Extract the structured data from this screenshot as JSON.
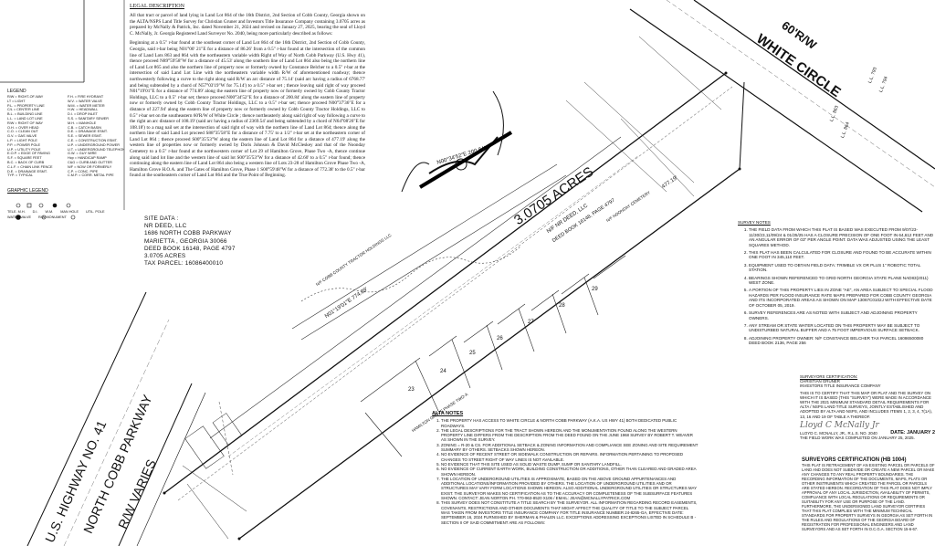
{
  "legal": {
    "title": "LEGAL DESCRIPTION",
    "para1": "All that tract or parcel of land lying in Land Lot 864 of the 16th District, 2nd Section of Cobb County, Georgia shown on the ALTA/NSPS Land Title Survey for Christian Gruner and Investors Title Insurance Company containing 3.0705 acres as prepared by McNally & Patrick, Inc. dated November 21, 2024 and revised on January 27, 2025, bearing the seal of Lloyd C. McNally, Jr. Georgia Registered Land Surveyor No. 2040, being more particularly described as follows:",
    "para2": "Beginning at a 0.5\" r-bar found at the southeast corner of Land Lot 864 of the 16th District, 2nd Section of Cobb County, Georgia, said r-bar being N01°00' 21\"E for a distance of 86.26' from a 0.5\" r-bar found at the intersection of the common line of Land Lots 863 and 864 with the northeastern variable width Right of Way of North Cobb Parkway (U.S. Hwy 41), thence proceed N89°59'58\"W for a distance of 45.53' along the southern line of Land Lot 864 also being the northern line of Land Lot 865 and also the northern line of property now or formerly owned by Constance Belcher to a 0.5\" r-bar at the intersection of said Land Lot Line with the northeastern variable width R/W of aforementioned roadway; thence northwesterly following a curve to the right along said R/W an arc distance of 75.14' (said arc having a radius of 6768.77' and being subtended by a chord of N57°03'19\"W for 75.14') to a 0.5\" r-bar set ; thence leaving said right of way proceed N01°19'01\"E for a distance of 774.89' along the eastern line of property now or formerly owned by Cobb County Tractor Holdings, LLC to a 0.5\" r-bar set; thence proceed N00°34'52\"E for a distance of 200.84' along the eastern line of property now or formerly owned by Cobb County Tractor Holdings, LLC to a 0.5\" r-bar set; thence proceed N00°37'36\"E for a distance of 227.94' along the eastern line of property now or formerly owned by Cobb County Tractor Holdings, LLC to 0.5\" r-bar set on the southeastern 60'R/W of White Circle ; thence northeasterly along said right of way following a curve to the right an arc distance of 108.19' (said arc having a radius of 2369.54' and being subtended by a chord of N64°08'26\"E for 108.18') to a mag nail set at the intersection of said right of way with the northern line of Land Lot 864; thence along the northern line of said Land Lot proceed S88°35'58\"E for a distance of 7.75' to a 1/2\" r-bar set at the northeastern corner of Land Lot 864 ; thence proceed S00°35'53\"W along the eastern line of Land Lot 864 for a distance of 477.19' along the western line of properties now or formerly owned by Doris Johnson & David McCleskey and that of the Noonday Cemetery to a 0.5\" r-bar found at the northwestern corner of Lot 29 of Hamilton Grove, Phase Two -A, thence continue along said land lot line and the western line of said lot S00°35'53\"W for a distance of 42.60' to a 0.5\" r-bar found; thence continuing along the eastern line of Land Lot 864 also being a western line of Lots 23-28 of Hamilton Grove Phase Two -A, Hamilton Grove H.O.A. and The Gates of Hamilton Grove, Phase 1 S00°59'48\"W for a distance of 772.38' to the 0.5\" r-bar found at the southeastern corner of Land Lot 864 and the True Point of Beginning."
  },
  "legend": {
    "title": "LEGEND",
    "items": [
      "R/W = RIGHT-OF-WAY",
      "F.H. = FIRE HYDRANT",
      "LT = LIGHT",
      "W.V. = WATER VALVE",
      "P.L. = PROPERTY LINE",
      "W.M. = WATER METER",
      "C/L = CENTER LINE",
      "H.W. = HEADWALL",
      "B.L. = BUILDING LINE",
      "D.I. = DROP INLET",
      "L.L. = LAND LOT LINE",
      "S.S. = SANITARY SEWER",
      "R/W = RIGHT OF WAY",
      "M.H. = MANHOLE",
      "O.H. = OVER HEAD",
      "C.B. = CATCH BASIN",
      "C.O. = CLEAN OUT",
      "D.E. = DRAINAGE ESMT.",
      "G.V. = GAS VALVE",
      "S.E. = SEWER ESMT.",
      "L.P. = LIGHT POLE",
      "C.E. = CONSTRUCTION ESMT.",
      "P.P. = POWER POLE",
      "U.P. = UNDERGROUND POWER",
      "U.P. = UTILITY POLE",
      "U.T. = UNDERGROUND TELEPHONE",
      "E.O.P. = EDGE OF PAVING",
      "G.W. = GUY WIRE",
      "S.F. = SQUARE FEET",
      "Hcp = HANDICAP RAMP",
      "B.C. = BACK OF CURB",
      "C&G = CURB AND GUTTER",
      "C.L.F. = CHAIN LINK FENCE",
      "N/F = NOW OR FORMERLY",
      "D.E. = DRAINAGE ESMT.",
      "C.P. = CONC. PIPE",
      "TYP. = TYPICAL",
      "C.M.P. = CORR. METAL PIPE"
    ]
  },
  "graphic_scale": {
    "title": "GRAPHIC LEGEND",
    "symbols": [
      "TELE. M.H.",
      "D.I.",
      "W.M.",
      "MAN HOLE",
      "UTIL. POLE",
      "WATER VALVE",
      "R/W MONUMENT"
    ]
  },
  "site_data": {
    "title": "SITE DATA :",
    "lines": [
      "NR DEED, LLC",
      "1686 NORTH COBB PARKWAY",
      "MARIETTA , GEORGIA 30066",
      "DEED BOOK 16148, PAGE 4797",
      "3.0705 ACRES",
      "TAX PARCEL: 16086400010"
    ]
  },
  "map_labels": {
    "white_circle_row": "60'R/W",
    "white_circle": "WHITE CIRCLE",
    "acres": "3.0705 ACRES",
    "parcel_owner": "N/F NR DEED, LLC",
    "deed_ref": "DEED BOOK 16148, PAGE 4797",
    "highway": "U.S. HIGHWAY NO. 41",
    "north_cobb": "NORTH COBB PARKWAY",
    "rw_varies": "R/W VARIES",
    "bearing_top": "N00°34'52\"E 200.84'",
    "bearing_main": "N01°19'01\"E 774.89'",
    "bearing_east": "477.19'",
    "cobb_county": "N/F COBB COUNTY TRACTOR HOLDINGS LLC",
    "noonday": "N/F NOONDAY CEMETERY",
    "hamilton_grove": "HAMILTON GROVE PHASE TWO-A",
    "lots": [
      "23",
      "24",
      "25",
      "26",
      "27",
      "28",
      "29"
    ],
    "ll1": "L.L. 863",
    "ll2": "L.L. 864",
    "ll3": "L.L. 793",
    "ll4": "L.L. 794"
  },
  "survey_notes": {
    "title": "SURVEY NOTES",
    "items": [
      "THE FIELD DATA FROM WHICH THIS PLAT IS BASED WAS EXECUTED FROM 9/07/23-11/30/23,11/09/24 & 01/25/25 HAS A CLOSURE PRECISION OF ONE FOOT IN 64,612 FEET AND AN ANGULAR ERROR OF 03\" PER ANGLE POINT. DATA WAS ADJUSTED USING THE LEAST SQUARES METHOD.",
      "THIS PLAT HAS BEEN CALCULATED FOR CLOSURE AND FOUND TO BE ACCURATE WITHIN ONE FOOT IN 345,110 FEET.",
      "EQUIPMENT USED TO OBTAIN FIELD DATA: TRIMBLE VX OR PLUS 1\" ROBOTIC TOTAL STATION.",
      "BEARINGS SHOWN REFERENCED TO GRID NORTH GEORGIA STATE PLANE NAD83(2011) WEST ZONE.",
      "A PORTION OF THIS PROPERTY LIES IN ZONE \"AE\", AN AREA SUBJECT TO SPECIAL FLOOD HAZARDS PER FLOOD INSURANCE RATE MAPS PREPARED FOR COBB COUNTY GEORGIA AND ITS INCORPORATED AREAS AS SHOWN ON MAP 13067C0102J WITH EFFECTIVE DATE OF OCTOBER 05, 2019.",
      "SURVEY REFERENCES ARE AS NOTED WITH SUBJECT AND ADJOINING PROPERTY OWNERS.",
      "ANY STREAM OR STATE WATER LOCATED ON THIS PROPERTY MAY BE SUBJECT TO UNDISTURBED NATURAL BUFFER AND A 75 FOOT IMPERVIOUS SURFACE SETBACK.",
      "ADJOINING PROPERTY OWNER: N/F CONSTANCE BELCHER TAX PARCEL 16086500080 DEED BOOK 2136, PAGE 256"
    ]
  },
  "certification": {
    "title": "SURVEYORS CERTIFICATION:",
    "lines": [
      "CHRISTIAN GRUNER",
      "INVESTORS TITLE INSURANCE COMPANY",
      "THIS IS TO CERTIFY THAT THIS MAP OR PLAT AND THE SURVEY ON WHICH IT IS BASED (THIS \"SURVEY\") WERE MADE IN ACCORDANCE WITH THE 2021 MINIMUM STANDARD DETAIL REQUIREMENTS FOR ALTA / NSPS LAND TITLE SURVEYS, JOINTLY ESTABLISHED AND ADOPTED BY ALTA AND NSPS, AND INCLUDES ITEMS 1, 2, 3, 4, 7(1A), 13, 16 AND 19 OF TABLE A THEREOF.",
      "THE FIELD WORK WAS COMPLETED ON JANUARY 25, 2025."
    ],
    "signer": "LLOYD C. MCNALLY, JR., R.L.S. NO. 2040",
    "date_label": "DATE: JANUARY 2",
    "signature": "Lloyd C McNally Jr"
  },
  "alta_notes": {
    "title": "ALTA NOTES",
    "items": [
      "THE PROPERTY HAS ACCESS TO WHITE CIRCLE & NORTH COBB PARKWAY (A.K.A. US HWY 41) BOTH DEDICATED PUBLIC ROADWAYS.",
      "THE LEGAL DESCRIPTIONS FOR THE TRACT SHOWN HEREON AND THE MONUMENTATION FOUND ALONG THE WESTERN PROPERTY LINE DIFFERS FROM THE DESCRIPTION FROM THE DEED FOUND ON THE JUNE 1968 SURVEY BY ROBERT T. WEAVER AS SHOWN IN THE SURVEY.",
      "ZONING = R-20 & CS. FOR ADDITIONAL SETBACK & ZONING INFORMATION AND COMPLIANCE SEE ZONING AND SITE REQUIREMENT SUMMARY BY OTHERS. SETBACKS SHOWN HEREON.",
      "NO EVIDENCE OF RECENT STREET OR SIDEWALK CONSTRUCTION OR REPAIRS. INFORMATION PERTAINING TO PROPOSED CHANGES TO STREET RIGHT OF WAY LINES IS NOT AVAILABLE.",
      "NO EVIDENCE THAT THIS SITE USED AS SOLID WASTE DUMP, SUMP OR SANITARY LANDFILL.",
      "NO EVIDENCE OF CURRENT EARTH WORK, BUILDING CONSTRUCTION OR ADDITIONS, OTHER THAN CLEARED AND GRADED AREA SHOWN HEREON.",
      "THE LOCATION OF UNDERGROUND UTILITIES IS APPROXIMATE, BASED ON THE ABOVE GROUND APPURTENANCES AND ADDITIONAL LOCATIONS/INFORMATION PROVIDED BY OTHERS. THE LOCATION OF UNDERGROUND UTILITIES AND OR STRUCTURES MAY VARY FORM LOCATIONS SHOWN HEREON. ALSO ADDITIONAL UNDERGROUND UTILITIES OR STRUCTURES MAY EXIST. THE SURVEYOR MAKES NO CERTIFICATION AS TO THE ACCURACY OR COMPLETENESS OF THE SUBSURFACE FEATURES SHOWN. CONTACT: JEAN NORTON PH. 770-963-8520 X106 / EMAIL: JEAN@MCNALLYPATRICK.COM",
      "THIS SURVEY DOES NOT CONSTITUTE A TITLE SEARCH BY THE SURVEYOR. ALL INFORMATION REGARDING RECORD EASEMENTS, COVENANTS, RESTRICTIONS AND OTHER DOCUMENTS THAT MIGHT AFFECT THE QUALITY OF TITLE TO THE SUBJECT PARCEL WAS TAKEN FROM INVESTORS TITLE INSURANCE COMPANY FOR TITLE INSURANCE NUMBER 24-8265-GA, EFFECTIVE DATE: SEPTEMBER 16, 2024 FURNISHED BY SHERMAN & PHALEN LLC. EXCEPTIONS ADDRESSING EXCEPTIONS LISTED IN SCHEDULE B - SECTION II OF SAID COMMITMENT ARE AS FOLLOWS:"
    ]
  },
  "surveyors_cert2": {
    "title": "SURVEYORS CERTIFICATION (HB 1004)",
    "text": "THIS PLAT IS RETRACEMENT OF AN EXISTING PARCEL OR PARCELS OF LAND AND DOES NOT SUBDIVIDE OR CREATE A NEW PARCEL OR MAKE ANY CHANGES TO ANY REAL PROPERTY BOUNDARIES. THE RECORDING INFORMATION OF THE DOCUMENTS, MAPS, PLATS OR OTHER INSTRUMENTS WHICH CREATED THE PARCEL OR PARCELS ARE STATED HEREON. RECORDATION OF THIS PLAT DOES NOT IMPLY APPROVAL OF ANY LOCAL JURISDICTION, AVAILABILITY OF PERMITS, COMPLIANCE WITH LOCAL REGULATIONS OR REQUIREMENTS OR SUITABILITY FOR ANY USE OR PURPOSE OF THE LAND. FURTHERMORE, THE UNDERSIGNED LAND SURVEYOR CERTIFIES THAT THIS PLAT COMPLIES WITH THE MINIMUM TECHNICAL STANDARDS FOR PROPERTY SURVEYS IN GEORGIA AS SET FORTH IN THE RULES AND REGULATIONS OF THE GEORGIA BOARD OF REGISTRATION FOR PROFESSIONAL ENGINEERS AND LAND SURVEYORS AND AS SET FORTH IN O.C.G.A. SECTION 15-6-67."
  }
}
